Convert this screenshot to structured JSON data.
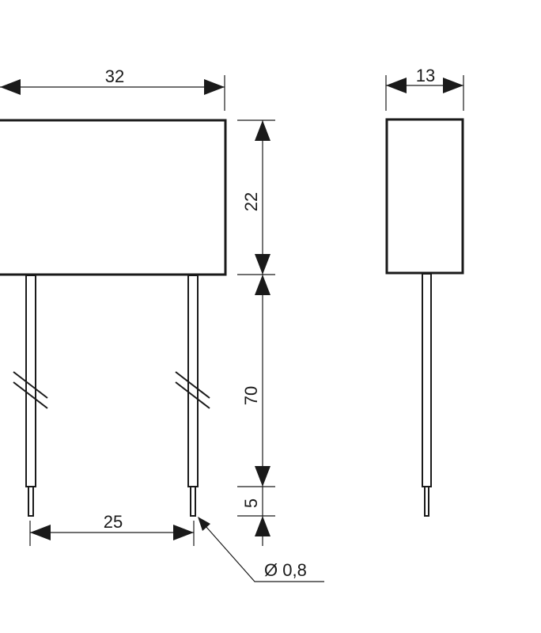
{
  "drawing": {
    "front_view": {
      "width_label": "32",
      "height_label": "22",
      "lead_length_label": "70",
      "tip_length_label": "5",
      "lead_spacing_label": "25",
      "lead_diameter_label": "Ø 0,8"
    },
    "side_view": {
      "depth_label": "13"
    },
    "colors": {
      "line": "#1a1a1a",
      "background": "#ffffff"
    }
  }
}
